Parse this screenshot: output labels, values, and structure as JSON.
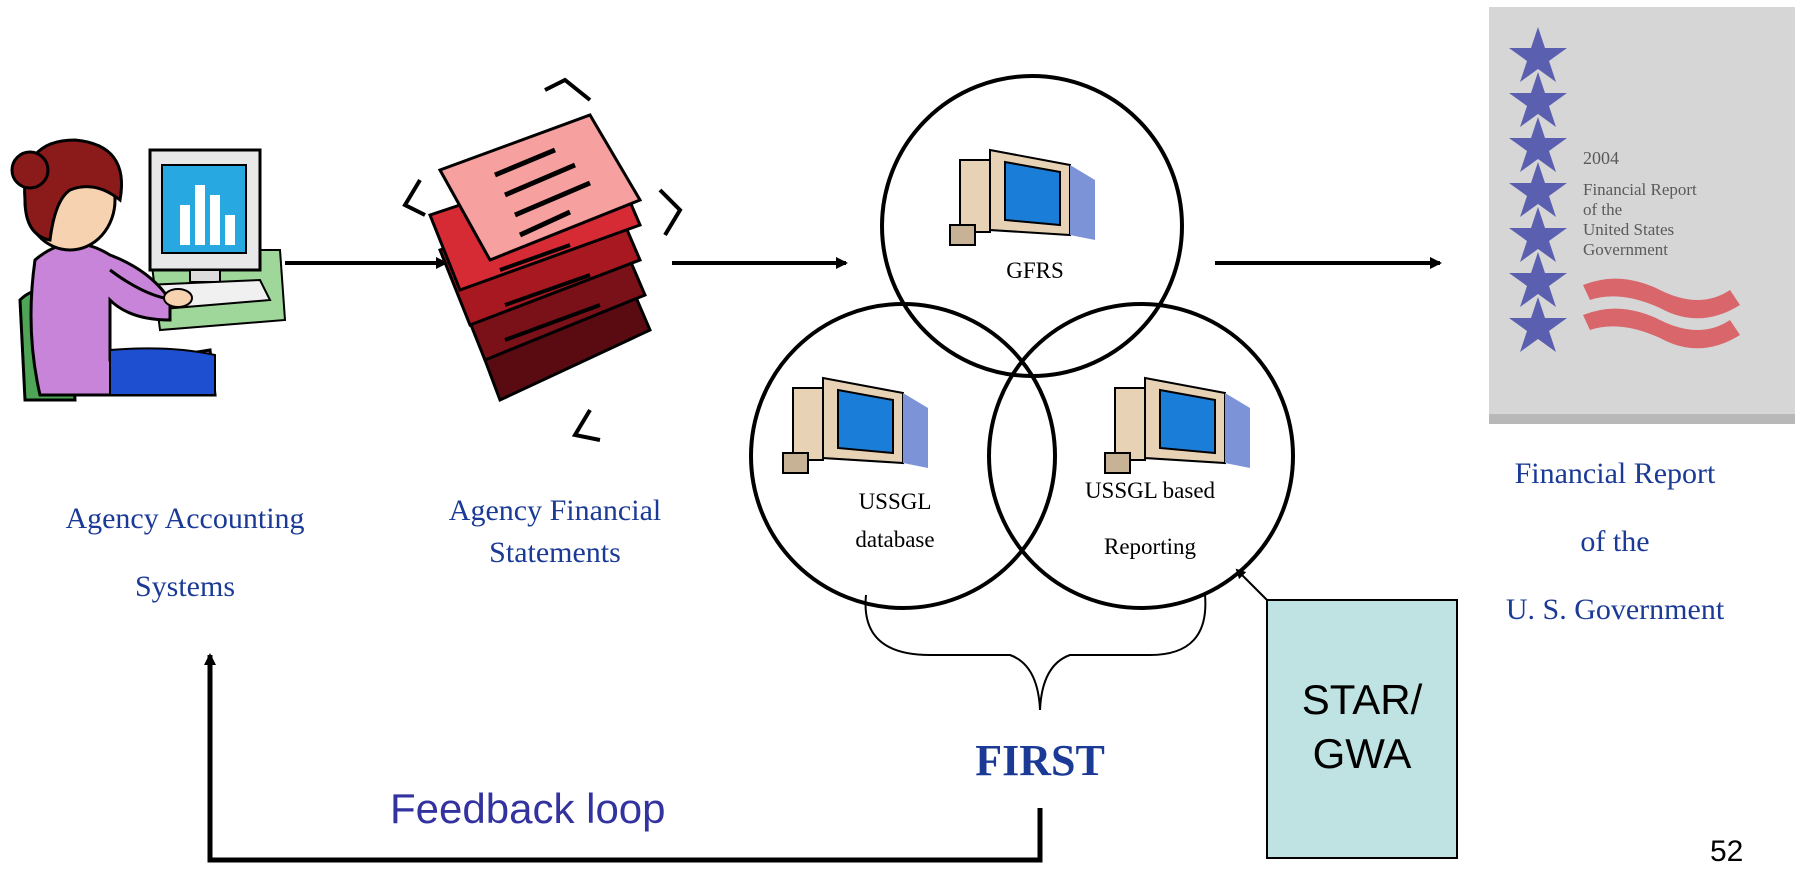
{
  "nodes": {
    "agency_accounting": {
      "line1": "Agency Accounting",
      "line2": "Systems"
    },
    "agency_financial": {
      "line1": "Agency Financial",
      "line2": "Statements"
    },
    "gfrs": {
      "label": "GFRS"
    },
    "ussgl_database": {
      "line1": "USSGL",
      "line2": "database"
    },
    "ussgl_reporting": {
      "line1": "USSGL based",
      "line2": "Reporting"
    },
    "first": {
      "label": "FIRST"
    },
    "star_gwa": {
      "line1": "STAR/",
      "line2": "GWA"
    },
    "financial_report": {
      "line1": "Financial Report",
      "line2": "of the",
      "line3": "U. S. Government"
    }
  },
  "feedback": {
    "label": "Feedback loop"
  },
  "report_cover": {
    "year": "2004",
    "title_line1": "Financial Report",
    "title_line2": "of the",
    "title_line3": "United States",
    "title_line4": "Government"
  },
  "page_number": "52",
  "colors": {
    "label_blue": "#1a3a96",
    "star_purple": "#5b5fb0",
    "cover_gray": "#d6d6d6",
    "star_gwa_fill": "#bfe3e3",
    "doc_red": "#c0242c"
  }
}
